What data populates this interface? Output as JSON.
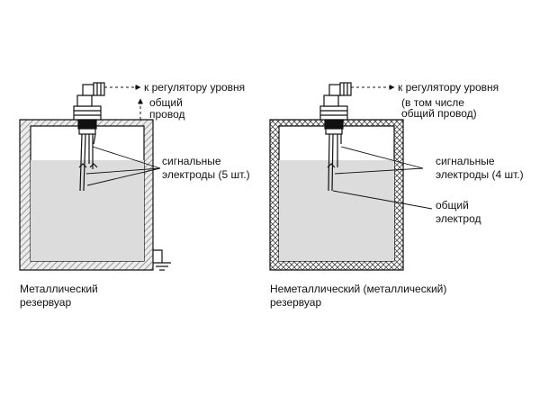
{
  "left_diagram": {
    "caption_line1": "Металлический",
    "caption_line2": "резервуар",
    "to_regulator": "к регулятору уровня",
    "common_wire_line1": "общий",
    "common_wire_line2": "провод",
    "signal_line1": "сигнальные",
    "signal_line2": "электроды (5 шт.)"
  },
  "right_diagram": {
    "caption_line1": "Неметаллический (металлический)",
    "caption_line2": "резервуар",
    "to_regulator": "к регулятору уровня",
    "including_line1": "(в том числе",
    "including_line2": "общий провод)",
    "signal_line1": "сигнальные",
    "signal_line2": "электроды (4 шт.)",
    "common_electrode_line1": "общий",
    "common_electrode_line2": "электрод"
  },
  "colors": {
    "liquid": "#dcdcdc",
    "wall": "#111111",
    "hatch": "#cfcfcf"
  }
}
